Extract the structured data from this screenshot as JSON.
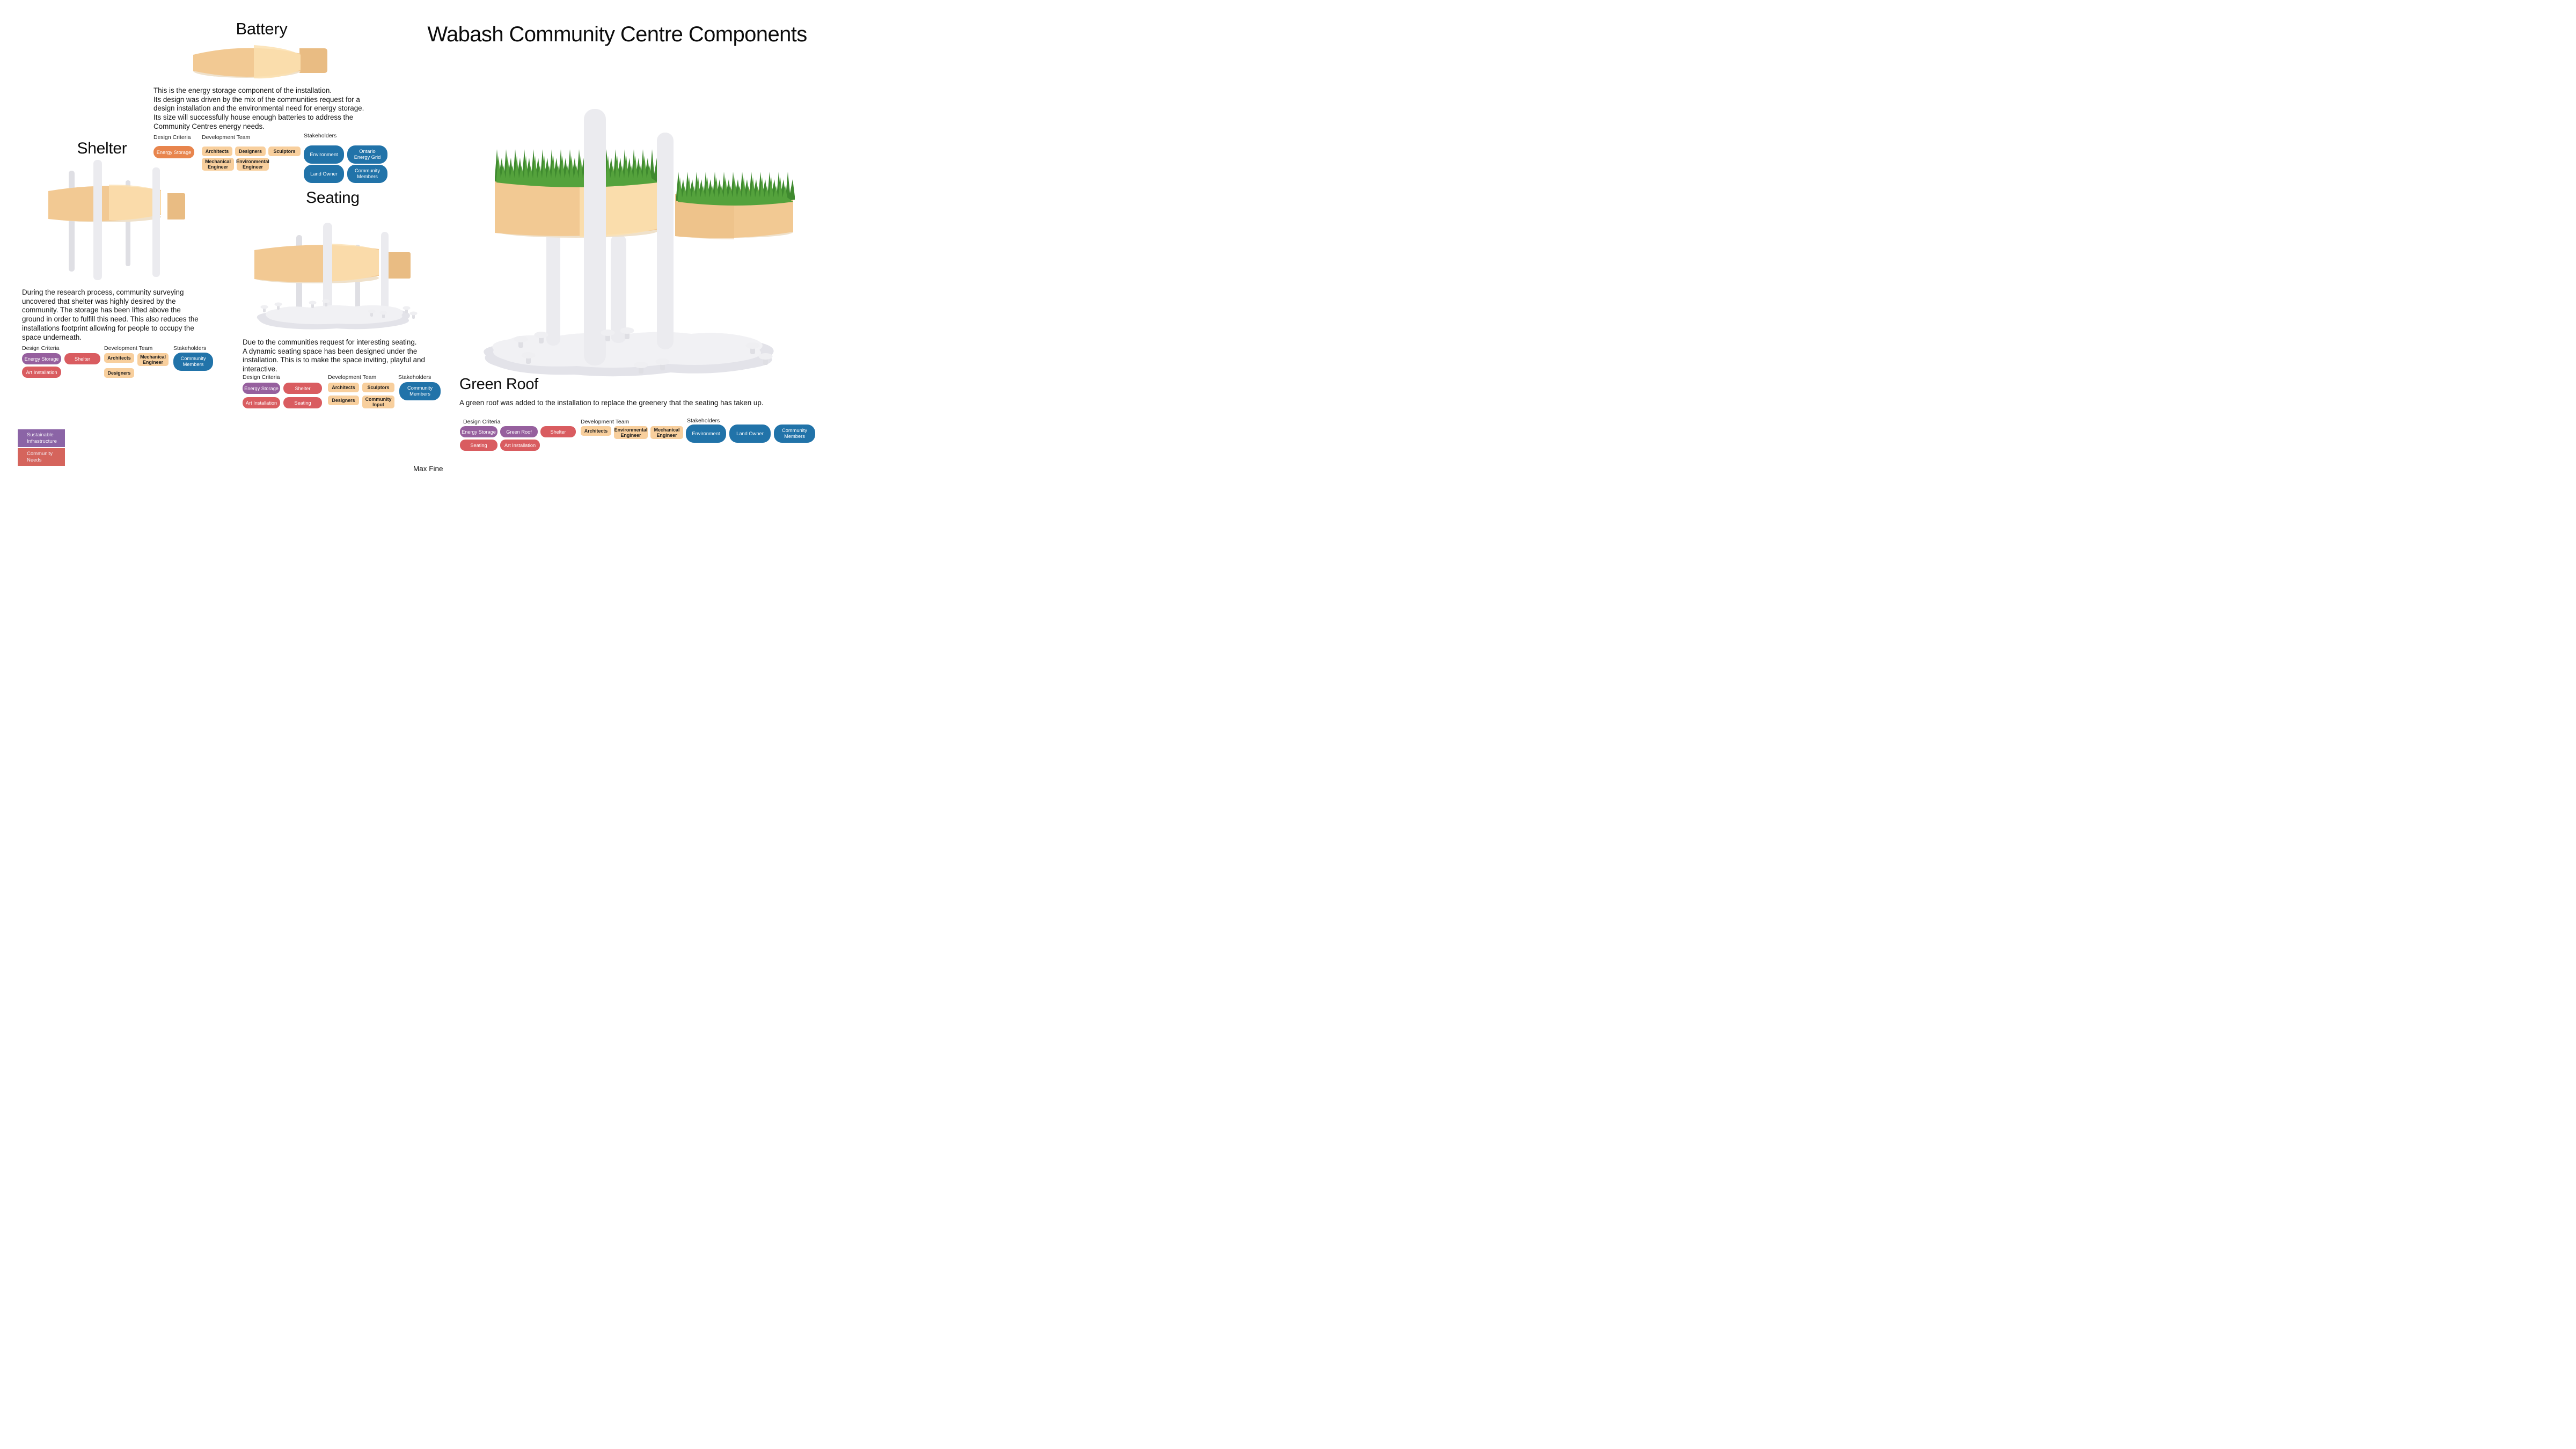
{
  "title": "Wabash Community Centre Components",
  "credit": "Max Fine",
  "column_labels": {
    "design_criteria": "Design Criteria",
    "development_team": "Development Team",
    "stakeholders": "Stakeholders"
  },
  "legend": {
    "items": [
      {
        "label": "Sustainable\nInfrastructure",
        "category": "sustainable-infrastructure",
        "color": "#8B64A6"
      },
      {
        "label": "Community\nNeeds",
        "category": "community-needs",
        "color": "#D5645C"
      }
    ]
  },
  "colors": {
    "accent-orange": "#E8854D",
    "accent-purple": "#96609E",
    "accent-red": "#D95C60",
    "team-peach": "#F8CF9D",
    "stakeholder-blue": "#2173A9",
    "legend-purple": "#8B64A6",
    "legend-red": "#D5645C",
    "band-tan": "#F2C993",
    "band-tan-light": "#FBE0B0",
    "band-tan-dark": "#E9BC83",
    "band-underside": "#EFE1CB",
    "grass-green": "#54A23C",
    "grass-dark": "#3F8A2F",
    "pillar-gray": "#EBEBEF",
    "pillar-shade": "#DFDFE4",
    "base-gray": "#F1F1F4",
    "base-shade": "#E3E3E9"
  },
  "sections": {
    "battery": {
      "heading": "Battery",
      "description": "This is the energy storage component of the installation.\nIts design was driven by the mix of the communities request for a\ndesign installation and the environmental need for energy storage.\nIts size will successfully house enough batteries to address the\nCommunity Centres energy needs.",
      "design_criteria": [
        {
          "label": "Energy Storage",
          "category": "active"
        }
      ],
      "development_team": [
        {
          "label": "Architects"
        },
        {
          "label": "Designers"
        },
        {
          "label": "Sculptors"
        },
        {
          "label": "Mechanical\nEngineer"
        },
        {
          "label": "Environmental\nEngineer"
        }
      ],
      "stakeholders": [
        {
          "label": "Environment"
        },
        {
          "label": "Ontario\nEnergy Grid"
        },
        {
          "label": "Land Owner"
        },
        {
          "label": "Community\nMembers"
        }
      ]
    },
    "shelter": {
      "heading": "Shelter",
      "description": "During the research process, community surveying\nuncovered that shelter was highly desired by the\ncommunity. The storage has been lifted above the\nground in order to fulfill this need. This also reduces the\ninstallations footprint allowing for people to occupy the\nspace underneath.",
      "design_criteria": [
        {
          "label": "Energy Storage",
          "category": "sustainable-infrastructure"
        },
        {
          "label": "Shelter",
          "category": "community-needs"
        },
        {
          "label": "Art Installation",
          "category": "community-needs"
        }
      ],
      "development_team": [
        {
          "label": "Architects"
        },
        {
          "label": "Mechanical\nEngineer"
        },
        {
          "label": "Designers"
        }
      ],
      "stakeholders": [
        {
          "label": "Community\nMembers"
        }
      ]
    },
    "seating": {
      "heading": "Seating",
      "description": "Due to the communities request for interesting seating.\nA dynamic seating space has been designed under the\ninstallation. This is to make the space inviting, playful and\ninteractive.",
      "design_criteria": [
        {
          "label": "Energy Storage",
          "category": "sustainable-infrastructure"
        },
        {
          "label": "Shelter",
          "category": "community-needs"
        },
        {
          "label": "Art Installation",
          "category": "community-needs"
        },
        {
          "label": "Seating",
          "category": "community-needs"
        }
      ],
      "development_team": [
        {
          "label": "Architects"
        },
        {
          "label": "Sculptors"
        },
        {
          "label": "Designers"
        },
        {
          "label": "Community\nInput"
        }
      ],
      "stakeholders": [
        {
          "label": "Community\nMembers"
        }
      ]
    },
    "green_roof": {
      "heading": "Green Roof",
      "description": "A green roof was added to the installation to replace the greenery that the seating has taken up.",
      "design_criteria": [
        {
          "label": "Energy Storage",
          "category": "sustainable-infrastructure"
        },
        {
          "label": "Green Roof",
          "category": "sustainable-infrastructure"
        },
        {
          "label": "Shelter",
          "category": "community-needs"
        },
        {
          "label": "Seating",
          "category": "community-needs"
        },
        {
          "label": "Art Installation",
          "category": "community-needs"
        }
      ],
      "development_team": [
        {
          "label": "Architects"
        },
        {
          "label": "Environmental\nEngineer"
        },
        {
          "label": "Mechanical\nEngineer"
        }
      ],
      "stakeholders": [
        {
          "label": "Environment"
        },
        {
          "label": "Land Owner"
        },
        {
          "label": "Community\nMembers"
        }
      ]
    }
  }
}
